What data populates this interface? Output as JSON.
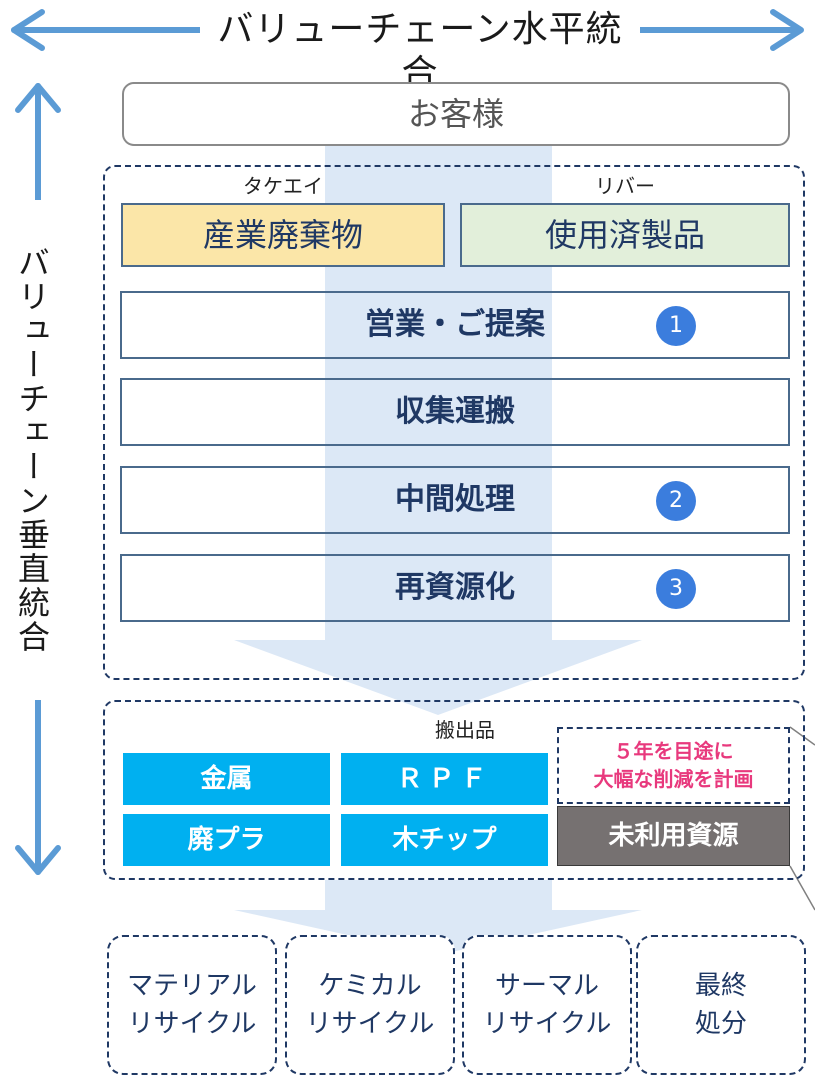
{
  "horizontal_title": "バリューチェーン水平統合",
  "vertical_title": "バリューチェーン垂直統合",
  "customer": "お客様",
  "sources": [
    {
      "company": "タケエイ",
      "label": "産業廃棄物"
    },
    {
      "company": "リバー",
      "label": "使用済製品"
    }
  ],
  "steps": [
    {
      "label": "営業・ご提案",
      "badge": "1"
    },
    {
      "label": "収集運搬",
      "badge": ""
    },
    {
      "label": "中間処理",
      "badge": "2"
    },
    {
      "label": "再資源化",
      "badge": "3"
    }
  ],
  "outputs": {
    "label": "搬出品",
    "products": [
      "金属",
      "ＲＰＦ",
      "廃プラ",
      "木チップ"
    ],
    "note_line1": "５年を目途に",
    "note_line2": "大幅な削減を計画",
    "unused": "未利用資源"
  },
  "recycling": [
    {
      "line1": "マテリアル",
      "line2": "リサイクル"
    },
    {
      "line1": "ケミカル",
      "line2": "リサイクル"
    },
    {
      "line1": "サーマル",
      "line2": "リサイクル"
    },
    {
      "line1": "最終",
      "line2": "処分"
    }
  ],
  "colors": {
    "arrow_blue": "#5b9bd5",
    "flow_arrow": "#dce8f6",
    "product_cyan": "#00b0f0",
    "badge_blue": "#3b7ddd",
    "note_pink": "#e8397d",
    "unused_gray": "#767171",
    "industrial_bg": "#fbe6a8",
    "used_bg": "#e2efda"
  }
}
